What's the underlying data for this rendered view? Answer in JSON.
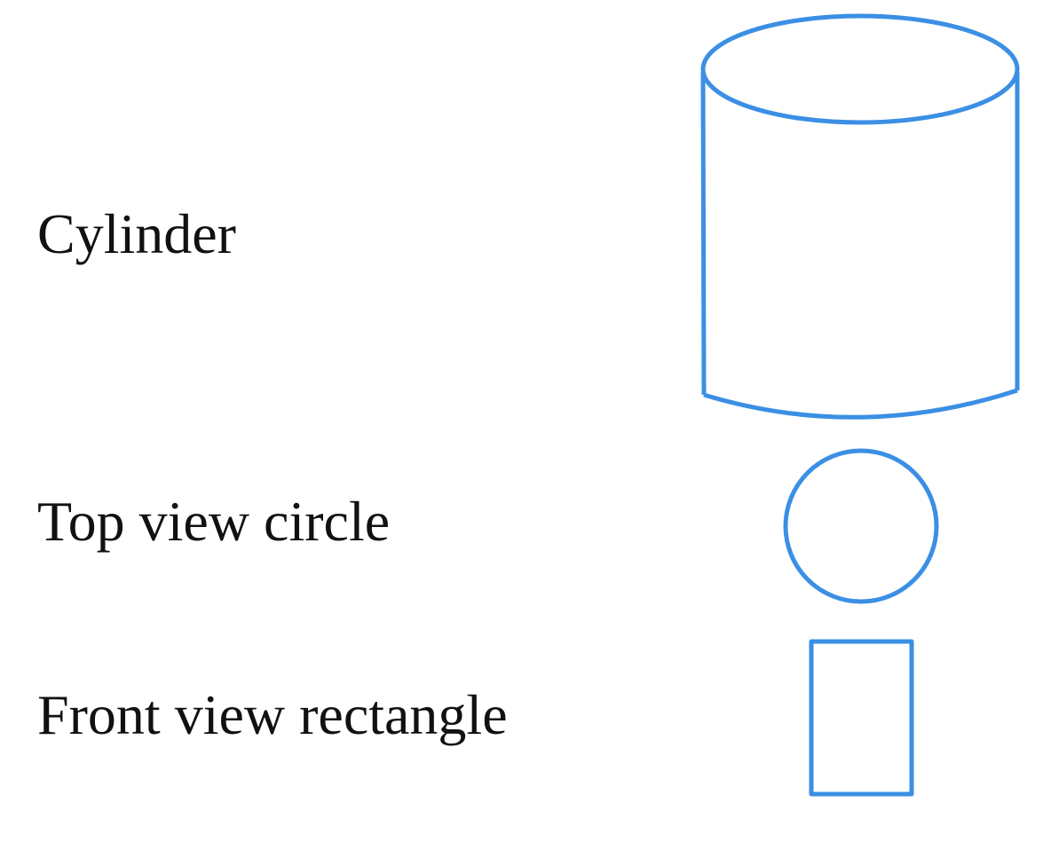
{
  "labels": {
    "cylinder": "Cylinder",
    "top_view": "Top view circle",
    "front_view": "Front view rectangle"
  },
  "colors": {
    "stroke": "#3b8fe4",
    "text": "#111111"
  }
}
